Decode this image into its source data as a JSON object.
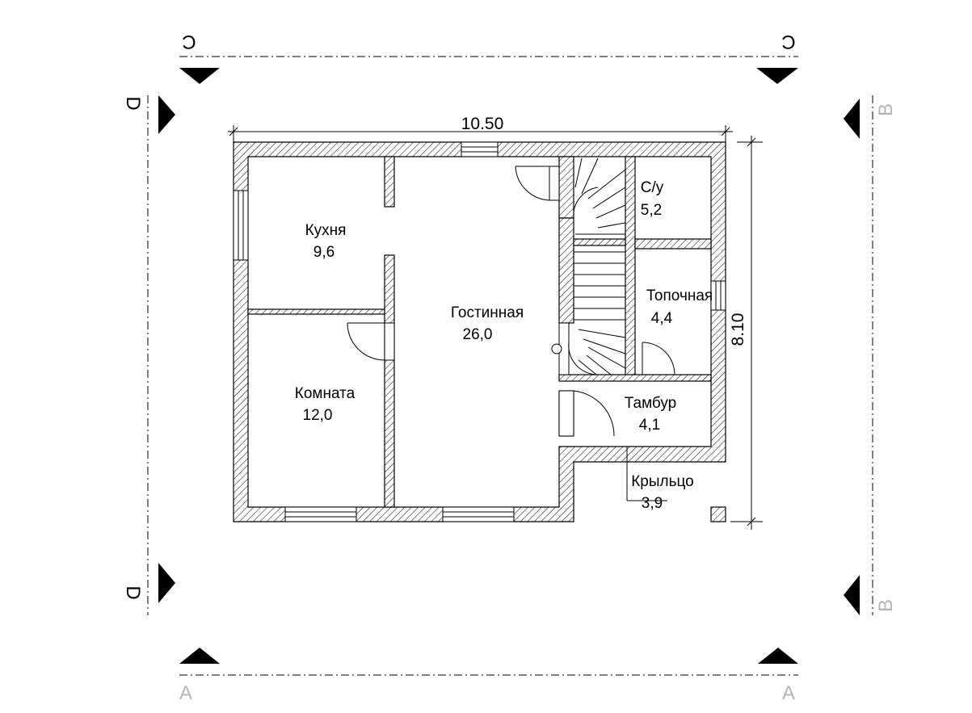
{
  "dimensions": {
    "width": "10.50",
    "height": "8.10"
  },
  "section_marks": {
    "top": "С",
    "bottom": "А",
    "left": "D",
    "right": "В"
  },
  "rooms": {
    "kitchen": {
      "name": "Кухня",
      "area": "9,6"
    },
    "living": {
      "name": "Гостинная",
      "area": "26,0"
    },
    "bedroom": {
      "name": "Комната",
      "area": "12,0"
    },
    "bathroom": {
      "name": "С/у",
      "area": "5,2"
    },
    "boiler": {
      "name": "Топочная",
      "area": "4,4"
    },
    "vestibule": {
      "name": "Тамбур",
      "area": "4,1"
    },
    "porch": {
      "name": "Крыльцо",
      "area": "3,9"
    }
  },
  "colors": {
    "line": "#000000",
    "section_gray": "#b4b4b4",
    "background": "#ffffff"
  }
}
